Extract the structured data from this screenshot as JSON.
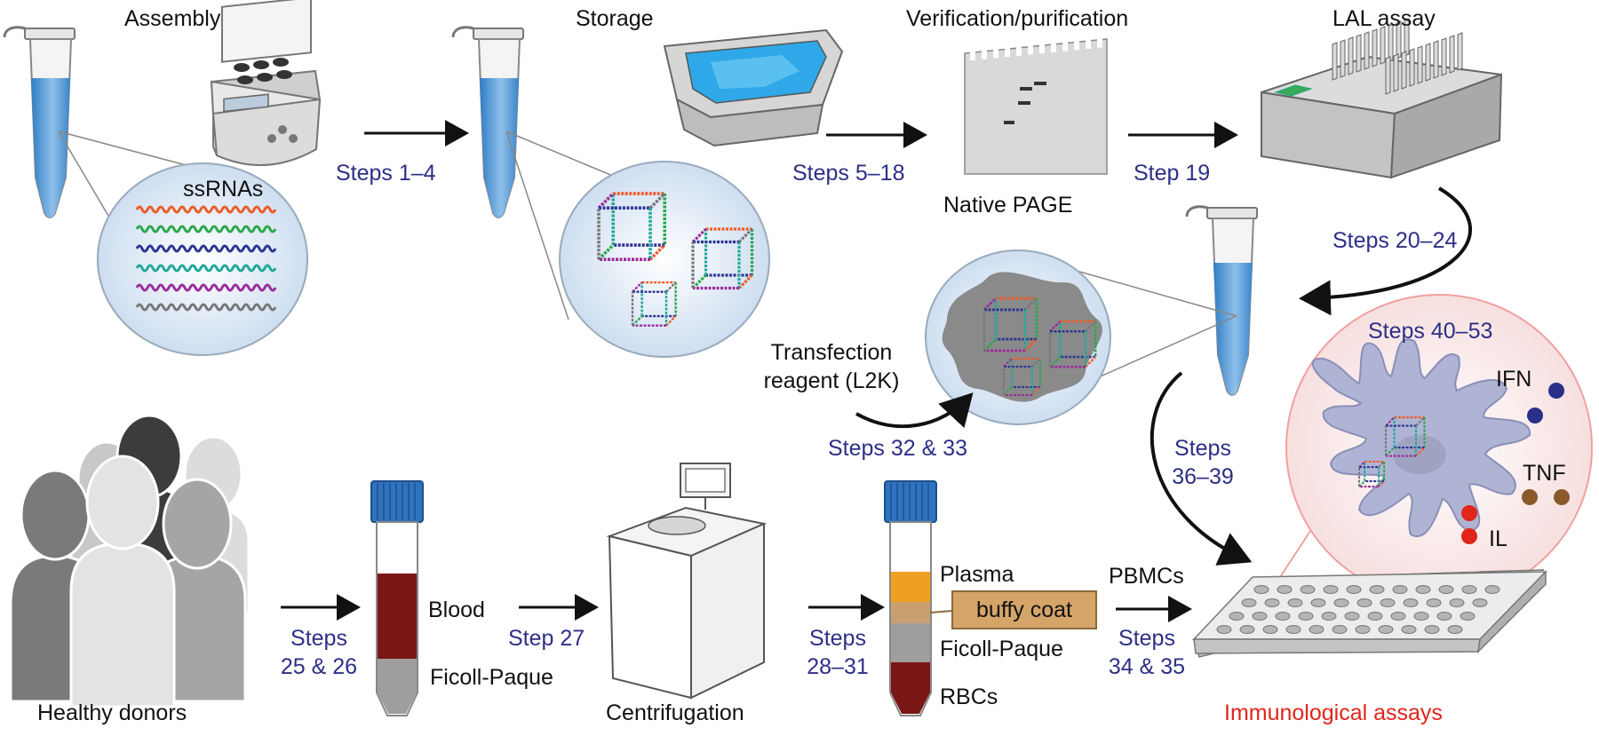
{
  "stages": {
    "assembly": "Assembly",
    "storage": "Storage",
    "verification": "Verification/purification",
    "lal": "LAL assay",
    "native_page": "Native PAGE",
    "ssrnas": "ssRNAs",
    "transfection": [
      "Transfection",
      "reagent (L2K)"
    ],
    "healthy_donors": "Healthy donors",
    "centrifugation": "Centrifugation",
    "immunological": "Immunological assays"
  },
  "steps": {
    "s1_4": "Steps 1–4",
    "s5_18": "Steps 5–18",
    "s19": "Step 19",
    "s20_24": "Steps 20–24",
    "s32_33": "Steps 32 & 33",
    "s36_39": [
      "Steps",
      "36–39"
    ],
    "s40_53": "Steps 40–53",
    "s25_26": [
      "Steps",
      "25 & 26"
    ],
    "s27": "Step 27",
    "s28_31": [
      "Steps",
      "28–31"
    ],
    "s34_35": [
      "Steps",
      "34 & 35"
    ]
  },
  "tube_labels": {
    "blood": "Blood",
    "ficoll_1": "Ficoll-Paque",
    "plasma": "Plasma",
    "buffy_coat": "buffy coat",
    "ficoll_2": "Ficoll-Paque",
    "rbcs": "RBCs",
    "pbmcs": "PBMCs"
  },
  "cytokines": {
    "ifn": "IFN",
    "tnf": "TNF",
    "il": "IL"
  },
  "colors": {
    "step_text": "#2d2f86",
    "assay_text": "#e0251b",
    "tube_liquid": "#4a90d0",
    "blood": "#7a1616",
    "plasma": "#f0a020",
    "buffy": "#c8a070",
    "tube_cap": "#3c7cc2",
    "cell": "#b0b4d4",
    "ifn_dot": "#2a2f8a",
    "tnf_dot": "#8b5a2b",
    "il_dot": "#e0251b"
  },
  "rna_colors": [
    "#f05a28",
    "#2aa84a",
    "#2d3591",
    "#1fa89a",
    "#9b2d9b",
    "#777777"
  ]
}
